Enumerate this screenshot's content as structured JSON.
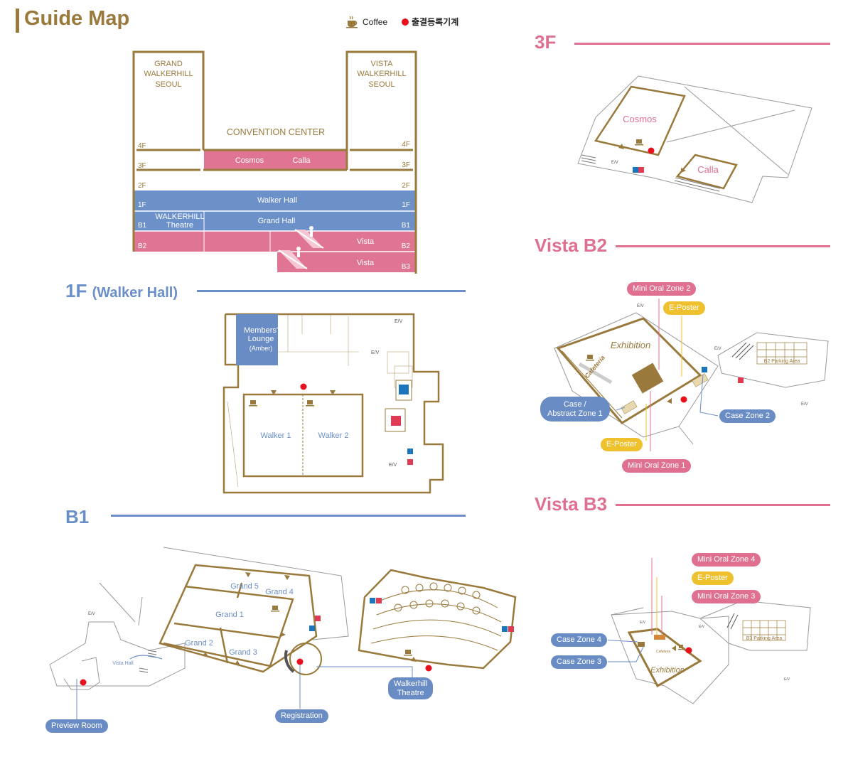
{
  "header": {
    "title": "Guide Map",
    "legend_coffee": "Coffee",
    "legend_registration": "출결등록기계"
  },
  "colors": {
    "gold": "#9a7a3c",
    "blue": "#6a8fc8",
    "pink": "#df7090",
    "yellow": "#f0c12e",
    "red": "#e8101c"
  },
  "overview": {
    "grand_walkerhill": [
      "GRAND",
      "WALKERHILL",
      "SEOUL"
    ],
    "vista_walkerhill": [
      "VISTA",
      "WALKERHILL",
      "SEOUL"
    ],
    "convention_center": "CONVENTION CENTER",
    "floors_left": [
      "4F",
      "3F",
      "2F",
      "1F",
      "B1",
      "B2"
    ],
    "floors_right": [
      "4F",
      "3F",
      "2F",
      "1F",
      "B1",
      "B2",
      "B3"
    ],
    "cosmos": "Cosmos",
    "calla": "Calla",
    "walker_hall": "Walker Hall",
    "walkerhill_theatre": [
      "WALKERHILL",
      "Theatre"
    ],
    "grand_hall": "Grand Hall",
    "vista_b2": "Vista",
    "vista_b3": "Vista"
  },
  "sec_1f": {
    "title": "1F",
    "subtitle": "(Walker Hall)",
    "members_lounge": [
      "Members'",
      "Lounge",
      "(Amber)"
    ],
    "walker1": "Walker 1",
    "walker2": "Walker 2",
    "ev": "E/V"
  },
  "sec_b1": {
    "title": "B1",
    "grand1": "Grand 1",
    "grand2": "Grand 2",
    "grand3": "Grand 3",
    "grand4": "Grand 4",
    "grand5": "Grand 5",
    "vista_hall": "Vista Hall",
    "ev": "E/V",
    "preview_room": "Preview Room",
    "registration": "Registration",
    "walkerhill_theatre": [
      "Walkerhill",
      "Theatre"
    ]
  },
  "sec_3f": {
    "title": "3F",
    "cosmos": "Cosmos",
    "calla": "Calla",
    "ev": "E/V"
  },
  "sec_vista_b2": {
    "title": "Vista B2",
    "exhibition": "Exhibition",
    "cafeteria": "Cafeteria",
    "parking": "B2 Parking Area",
    "ev": "E/V",
    "mini_oral_2": "Mini Oral Zone 2",
    "eposter_top": "E-Poster",
    "case_abstract": [
      "Case /",
      "Abstract Zone 1"
    ],
    "case_zone_2": "Case Zone 2",
    "eposter_bottom": "E-Poster",
    "mini_oral_1": "Mini Oral Zone 1"
  },
  "sec_vista_b3": {
    "title": "Vista B3",
    "exhibition": "Exhibition",
    "cafeteria": "Cafeteria",
    "parking": "B3 Parking Area",
    "ev": "E/V",
    "mini_oral_4": "Mini Oral Zone 4",
    "eposter": "E-Poster",
    "mini_oral_3": "Mini Oral Zone 3",
    "case_zone_4": "Case Zone 4",
    "case_zone_3": "Case Zone 3"
  }
}
